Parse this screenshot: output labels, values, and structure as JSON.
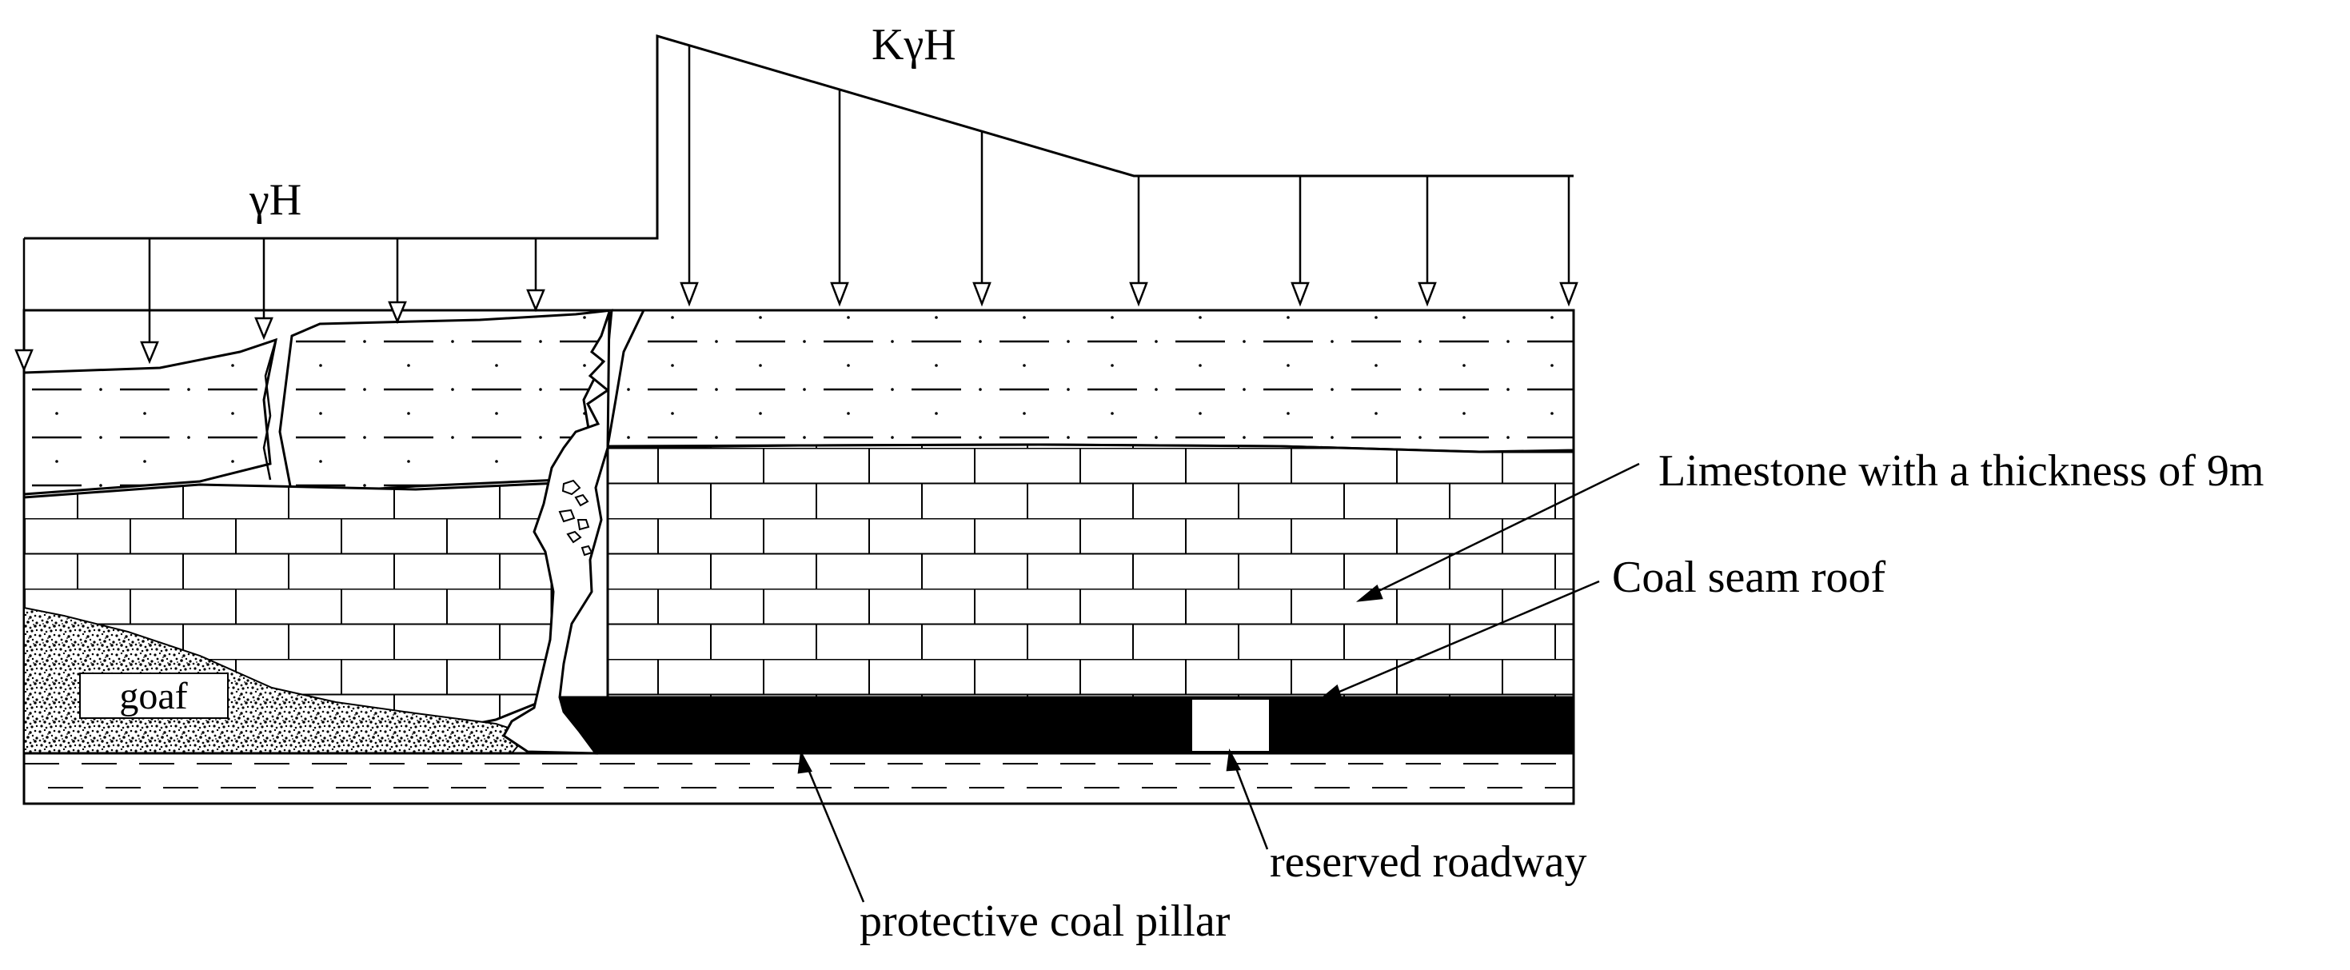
{
  "labels": {
    "load_left": "γH",
    "load_right": "KγH",
    "limestone": "Limestone with a thickness of 9m",
    "coal_roof": "Coal seam roof",
    "roadway": "reserved roadway",
    "pillar": "protective coal pillar",
    "goaf": "goaf"
  },
  "colors": {
    "ink": "#000000",
    "paper": "#ffffff",
    "coal": "#000000"
  }
}
